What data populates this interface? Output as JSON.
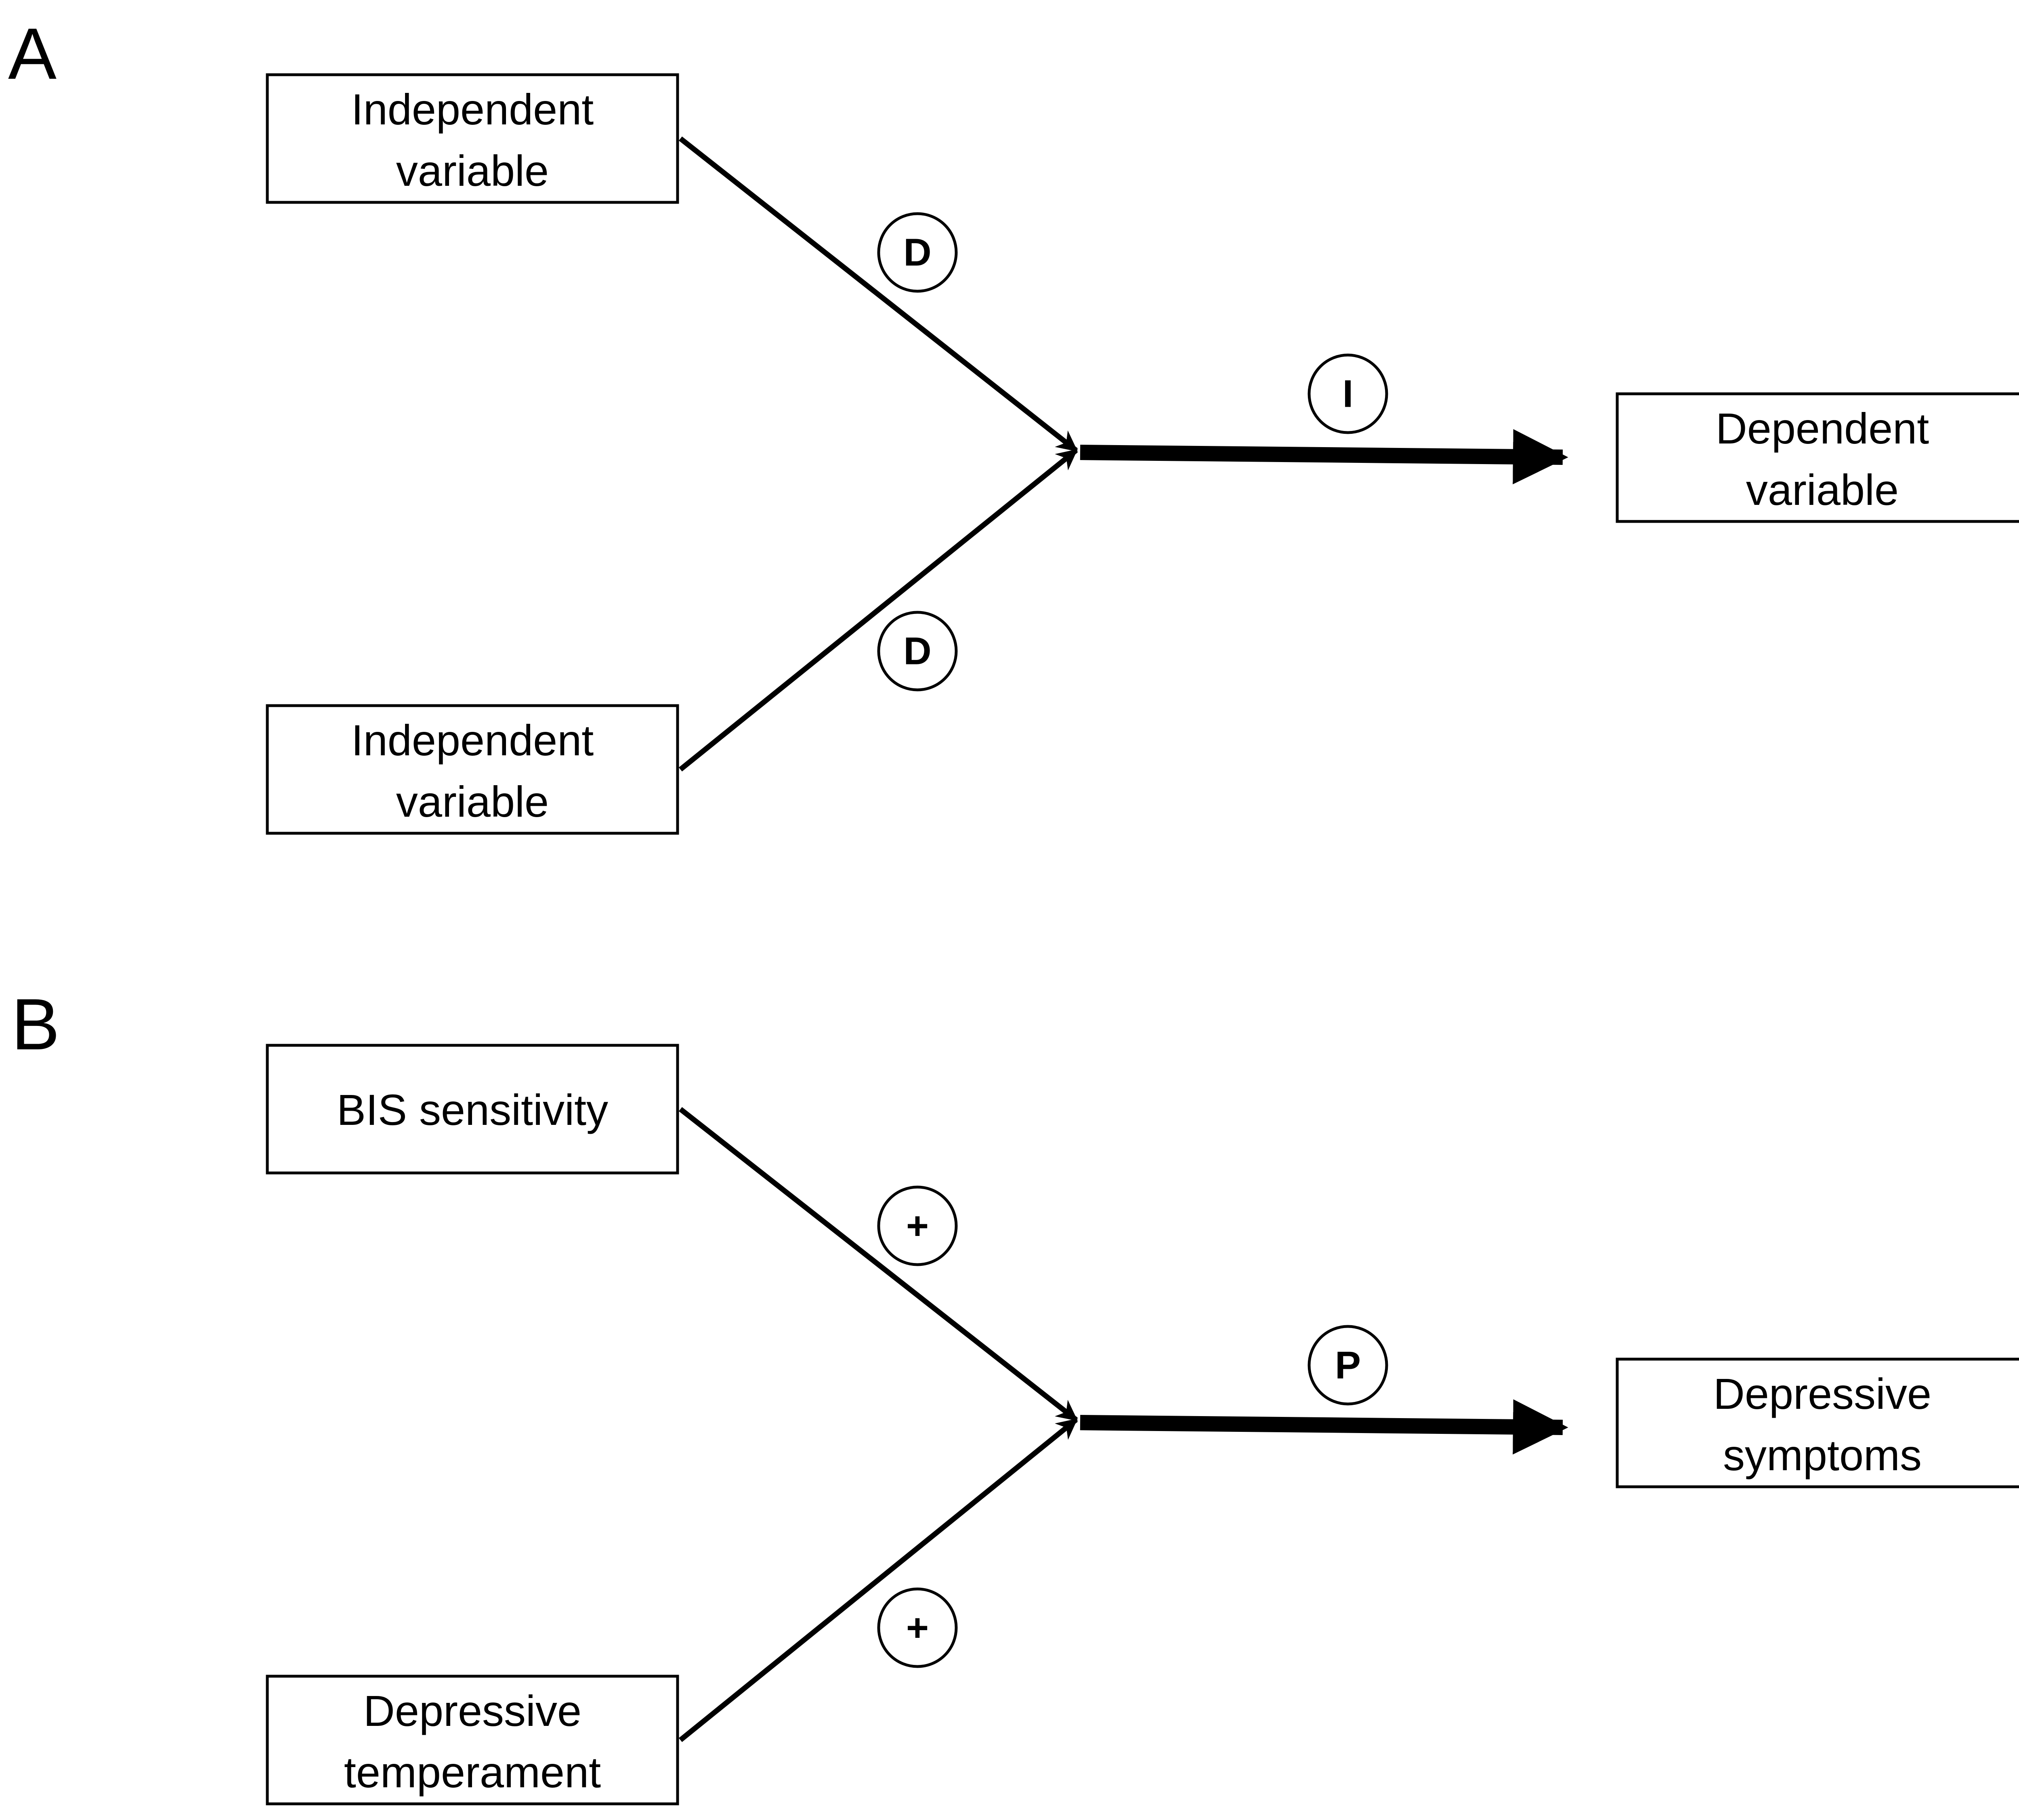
{
  "panels": [
    {
      "label": "A",
      "top_box": [
        "Independent",
        "variable"
      ],
      "bottom_box": [
        "Independent",
        "variable"
      ],
      "outcome_box": [
        "Dependent",
        "variable"
      ],
      "top_sign": "D",
      "bottom_sign": "D",
      "interaction_sign": "I"
    },
    {
      "label": "B",
      "top_box": [
        "BIS sensitivity"
      ],
      "bottom_box": [
        "Depressive",
        "temperament"
      ],
      "outcome_box": [
        "Depressive",
        "symptoms"
      ],
      "top_sign": "+",
      "bottom_sign": "+",
      "interaction_sign": "P"
    }
  ]
}
